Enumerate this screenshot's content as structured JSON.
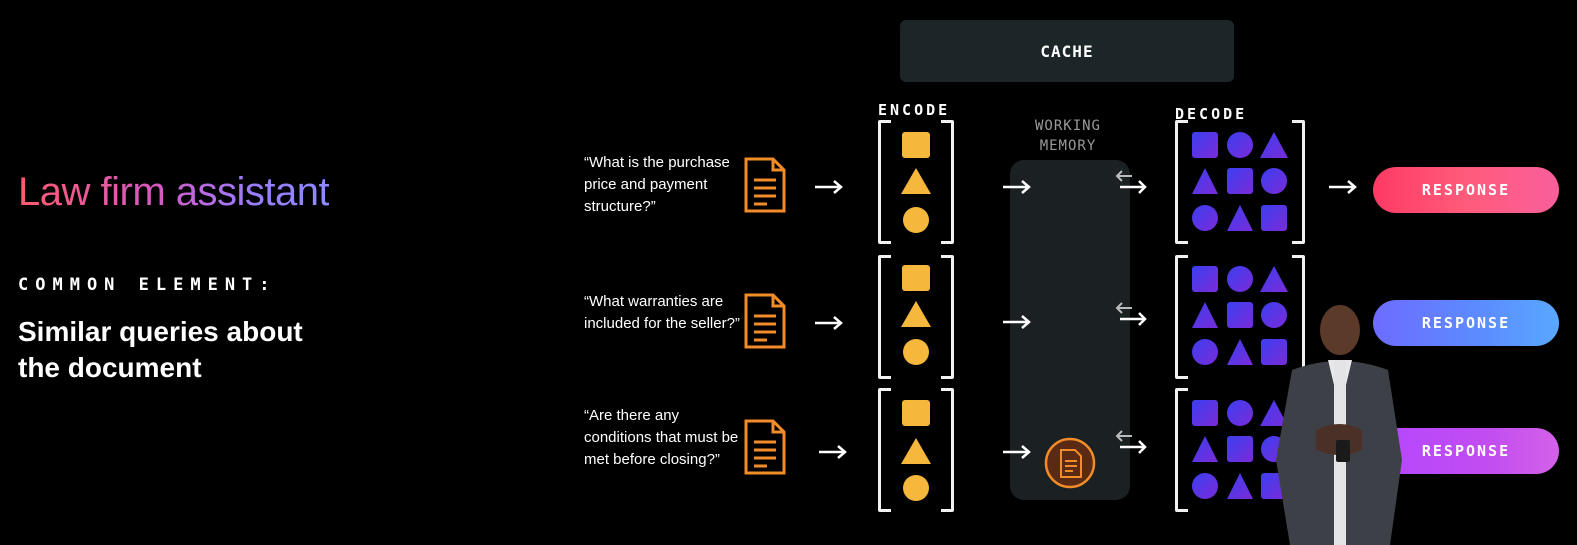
{
  "slide": {
    "title": "Law firm assistant",
    "label": "COMMON ELEMENT:",
    "subtitle": "Similar queries about the document"
  },
  "diagram": {
    "cache_label": "CACHE",
    "encode_label": "ENCODE",
    "working_memory_label": "WORKING MEMORY",
    "decode_label": "DECODE",
    "queries": [
      {
        "text": "“What is the purchase price and payment structure?”",
        "response": "RESPONSE"
      },
      {
        "text": "“What warranties are included for the seller?”",
        "response": "RESPONSE"
      },
      {
        "text": "“Are there any conditions that must be met before closing?”",
        "response": "RESPONSE"
      }
    ]
  },
  "colors": {
    "doc_orange": "#f28c28",
    "shape_yellow": "#f5b83d",
    "decode_blue": "#3b3ff0",
    "decode_purple": "#7a2bd8"
  },
  "icons": {
    "document": "document-icon",
    "arrow": "arrow-right-icon",
    "memory_doc": "cached-document-icon"
  }
}
